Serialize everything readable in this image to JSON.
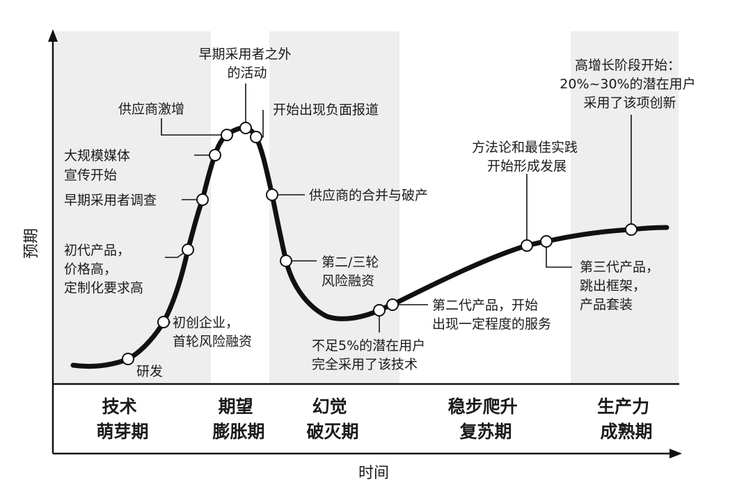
{
  "axes": {
    "y_label": "预期",
    "x_label": "时间"
  },
  "phases": [
    {
      "line1": "技术",
      "line2": "萌芽期"
    },
    {
      "line1": "期望",
      "line2": "膨胀期"
    },
    {
      "line1": "幻觉",
      "line2": "破灭期"
    },
    {
      "line1": "稳步爬升",
      "line2": "复苏期"
    },
    {
      "line1": "生产力",
      "line2": "成熟期"
    }
  ],
  "annotations": [
    {
      "lines": [
        "研发"
      ]
    },
    {
      "lines": [
        "初创企业，",
        "首轮风险融资"
      ]
    },
    {
      "lines": [
        "初代产品，",
        "价格高，",
        "定制化要求高"
      ]
    },
    {
      "lines": [
        "早期采用者调查"
      ]
    },
    {
      "lines": [
        "大规模媒体",
        "宣传开始"
      ]
    },
    {
      "lines": [
        "供应商激增"
      ]
    },
    {
      "lines": [
        "早期采用者之外",
        "的活动"
      ]
    },
    {
      "lines": [
        "开始出现负面报道"
      ]
    },
    {
      "lines": [
        "供应商的合并与破产"
      ]
    },
    {
      "lines": [
        "第二/三轮",
        "风险融资"
      ]
    },
    {
      "lines": [
        "不足5%的潜在用户",
        "完全采用了该技术"
      ]
    },
    {
      "lines": [
        "第二代产品，开始",
        "出现一定程度的服务"
      ]
    },
    {
      "lines": [
        "方法论和最佳实践",
        "开始形成发展"
      ]
    },
    {
      "lines": [
        "第三代产品，",
        "跳出框架，",
        "产品套装"
      ]
    },
    {
      "lines": [
        "高增长阶段开始：",
        "20%~30%的潜在用户",
        "采用了该项创新"
      ]
    }
  ]
}
